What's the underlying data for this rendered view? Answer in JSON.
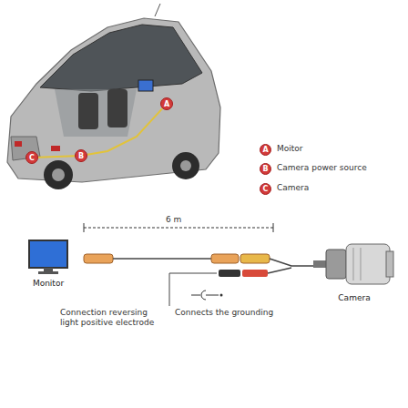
{
  "diagram": {
    "nodes": [
      {
        "text": [
          "A"
        ]
      },
      {
        "text": [
          "B"
        ]
      },
      {
        "text": [
          "C"
        ]
      },
      {
        "text": [
          "A"
        ]
      },
      {
        "text": [
          "B"
        ]
      },
      {
        "text": [
          "C"
        ]
      },
      {
        "text": [
          "Monitor"
        ]
      },
      {
        "text": [
          "Camera"
        ]
      }
    ],
    "edges": [
      {
        "from": 0,
        "to": 1,
        "arrow": "none"
      },
      {
        "from": 1,
        "to": 2,
        "arrow": "none"
      }
    ],
    "labels": [
      "6 m",
      "Moitor",
      "Camera power source",
      "Camera",
      "Connection reversing light positive electrode",
      "Connects the grounding"
    ]
  }
}
